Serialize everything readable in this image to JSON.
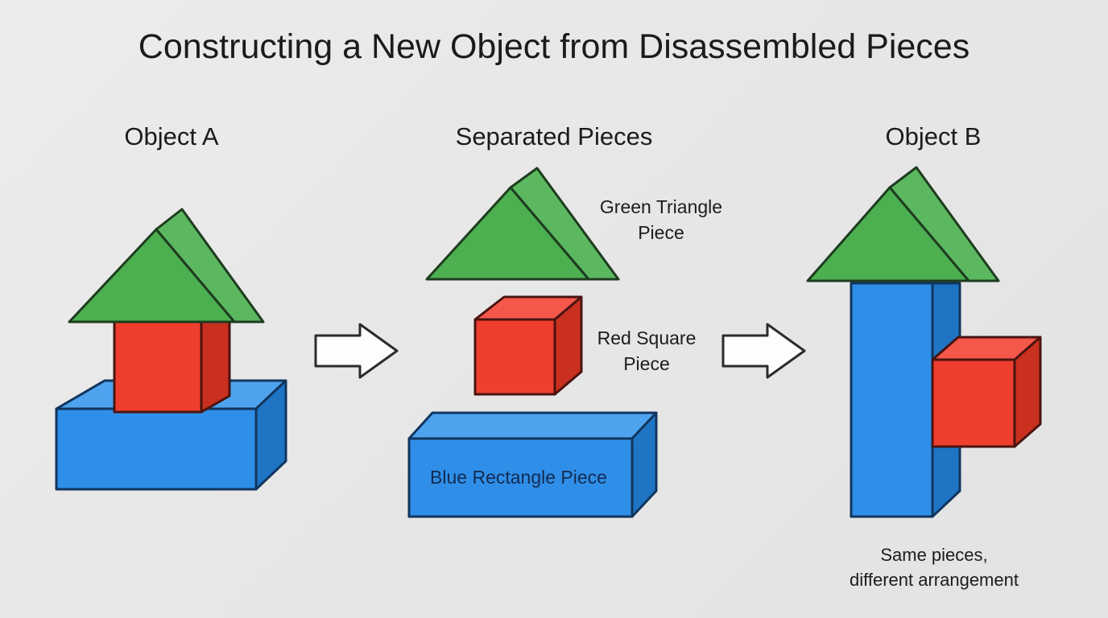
{
  "page": {
    "title": "Constructing a New Object from Disassembled Pieces",
    "background_color": "#e8e8e8"
  },
  "columns": {
    "left_heading": "Object A",
    "middle_heading": "Separated Pieces",
    "right_heading": "Object B"
  },
  "pieces": {
    "green": {
      "label_line1": "Green Triangle",
      "label_line2": "Piece",
      "front_color": "#4caf50",
      "side_color": "#5cb860",
      "outline_color": "#1e3c1f"
    },
    "red": {
      "label_line1": "Red Square",
      "label_line2": "Piece",
      "front_color": "#ef3e2e",
      "top_color": "#f4584a",
      "side_color": "#c9301f",
      "outline_color": "#4a1410"
    },
    "blue": {
      "label": "Blue Rectangle Piece",
      "front_color": "#2f8fe8",
      "top_color": "#4da3ee",
      "side_color": "#1f74c4",
      "outline_color": "#11365e"
    }
  },
  "arrows": {
    "first": "arrow-right",
    "second": "arrow-right"
  },
  "caption": {
    "line1": "Same pieces,",
    "line2": "different arrangement"
  }
}
